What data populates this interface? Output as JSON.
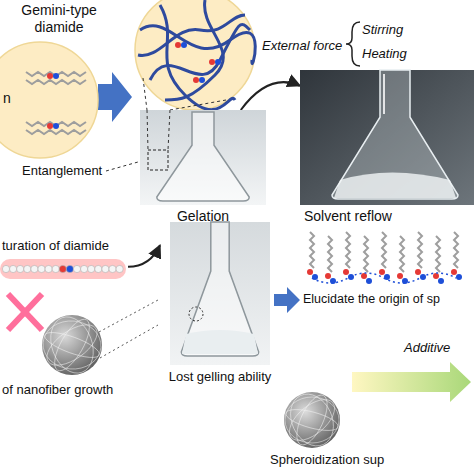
{
  "diagram": {
    "nodes": [
      {
        "text": [
          "Gemini-type diamide"
        ]
      },
      {
        "text": [
          "Gelation"
        ]
      },
      {
        "text": [
          "Solvent reflow"
        ]
      },
      {
        "text": [
          "turation of diamide"
        ]
      },
      {
        "text": [
          "Lost gelling ability"
        ]
      },
      {
        "text": [
          "Spheroidization sup"
        ]
      }
    ],
    "edges": [
      {
        "from": 1,
        "to": 2,
        "arrow": "to"
      },
      {
        "from": 3,
        "to": 4,
        "arrow": "to"
      }
    ],
    "labels": [
      "n",
      "Entanglement",
      "External force",
      "Stirring",
      "Heating",
      "of nanofiber growth",
      "Elucidate the origin of sp",
      "Additive"
    ]
  }
}
